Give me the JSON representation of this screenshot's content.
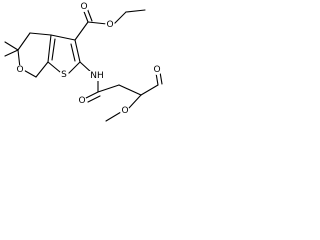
{
  "molecule": {
    "atoms": {
      "ring_oxygen": "O",
      "ester_carbonyl_oxygen": "O",
      "ester_alkoxy_oxygen": "O",
      "sulfur": "S",
      "amide_nitrogen": "NH",
      "amide_oxygen": "O",
      "terminal_carbonyl_oxygen": "O",
      "methoxy_oxygen": "O"
    }
  }
}
